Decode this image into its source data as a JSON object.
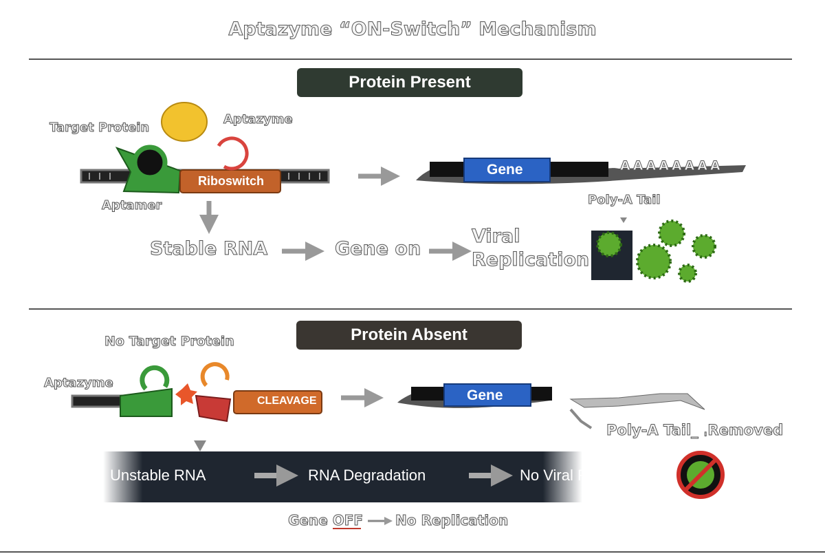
{
  "title": "Aptazyme “ON-Switch” Mechanism",
  "present": {
    "header": "Protein Present",
    "target_protein": "Target Protein",
    "aptazyme": "Aptazyme",
    "aptamer": "Aptamer",
    "riboswitch": "Riboswitch",
    "gene": "Gene",
    "poly_a_sequence": "AAAAAAAA",
    "poly_a_tail": "Poly-A Tail",
    "flow": [
      "Stable RNA",
      "Gene on",
      "Viral",
      "Replication"
    ]
  },
  "absent": {
    "header": "Protein Absent",
    "no_target": "No Target Protein",
    "aptazyme": "Aptazyme",
    "cleavage": "CLEAVAGE",
    "gene": "Gene",
    "poly_a_removed": "Poly-A Tail_ ˌRemoved",
    "flow": [
      "Unstable RNA",
      "RNA Degradation",
      "No Viral Replication"
    ]
  },
  "footer": {
    "off": "Gene OFF",
    "result": "No Replication"
  },
  "colors": {
    "present_header": "#2f3a31",
    "absent_header": "#3a3631",
    "gene": "#2b63c4",
    "riboswitch": "#c2622a",
    "aptamer": "#3a9a3a",
    "virus": "#5cab2e",
    "band": "#1f2630"
  }
}
